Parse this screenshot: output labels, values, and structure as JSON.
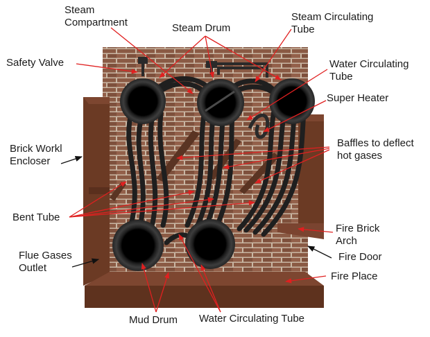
{
  "diagram": {
    "labels": {
      "steam_compartment": [
        "Steam",
        "Compartment"
      ],
      "steam_drum": "Steam Drum",
      "steam_circulating_tube": [
        "Steam Circulating",
        "Tube"
      ],
      "safety_valve": "Safety Valve",
      "water_circulating_tube_top": [
        "Water Circulating",
        "Tube"
      ],
      "super_heater": "Super Heater",
      "brick_work_encloser": [
        "Brick Workl",
        "Encloser"
      ],
      "baffles": [
        "Baffles to deflect",
        "hot gases"
      ],
      "bent_tube": "Bent Tube",
      "fire_brick_arch": [
        "Fire Brick",
        "Arch"
      ],
      "fire_door": "Fire Door",
      "flue_gases_outlet": [
        "Flue Gases",
        "Outlet"
      ],
      "fire_place": "Fire Place",
      "mud_drum": "Mud Drum",
      "water_circulating_tube_bottom": "Water Circulating Tube"
    },
    "colors": {
      "arrow_red": "#e02020",
      "arrow_black": "#111111",
      "brick": "#8a5a44",
      "mortar": "#c9b7a4",
      "casing": "#6b3a24",
      "tube": "#2a2a2a"
    }
  }
}
